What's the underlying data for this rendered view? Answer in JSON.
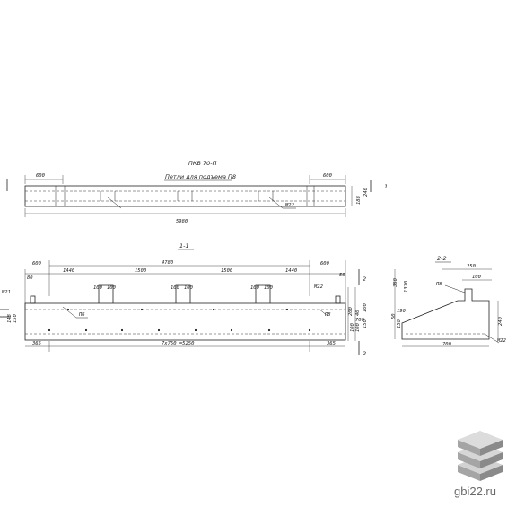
{
  "plan": {
    "title": "ПКВ 70-П",
    "subtitle": "Петли для подъема П8",
    "dim_left": "600",
    "dim_right": "600",
    "dim_total": "5980",
    "height_a": "188",
    "height_b": "240",
    "rebar": "М22",
    "section_mark": "1"
  },
  "section_1": {
    "label": "1-1",
    "total": "4780",
    "segments": [
      "600",
      "1440",
      "1500",
      "1500",
      "1440",
      "600"
    ],
    "end_offset": "80",
    "loop_left_a": "100",
    "loop_right_a": "100",
    "loop_left_b": "100",
    "loop_right_b": "100",
    "loop_left_c": "100",
    "loop_right_c": "100",
    "bottom_left": "365",
    "bottom_center": "7х750 =5250",
    "bottom_right": "365",
    "embed_left": "М21",
    "embed_right": "М22",
    "loop_tag": "П8",
    "loop_tag2": "П6",
    "side_dims": [
      "100",
      "200",
      "100",
      "40",
      "150",
      "100"
    ],
    "end_small": "50",
    "section_mark": "2",
    "height_total": "700",
    "left_dims": [
      "148",
      "150"
    ]
  },
  "section_2": {
    "label": "2-2",
    "top": "250",
    "inner": "100",
    "loop_tag": "П8",
    "height": "240",
    "width": "700",
    "embed": "М22",
    "left_a": "50",
    "left_b": "150",
    "left_c": "190",
    "top_small": "1370",
    "left_top": "380"
  },
  "brand": {
    "site": "gbi22.ru",
    "logo_colors": [
      "#c8c8c8",
      "#a8a8a8",
      "#8f8f8f"
    ]
  }
}
